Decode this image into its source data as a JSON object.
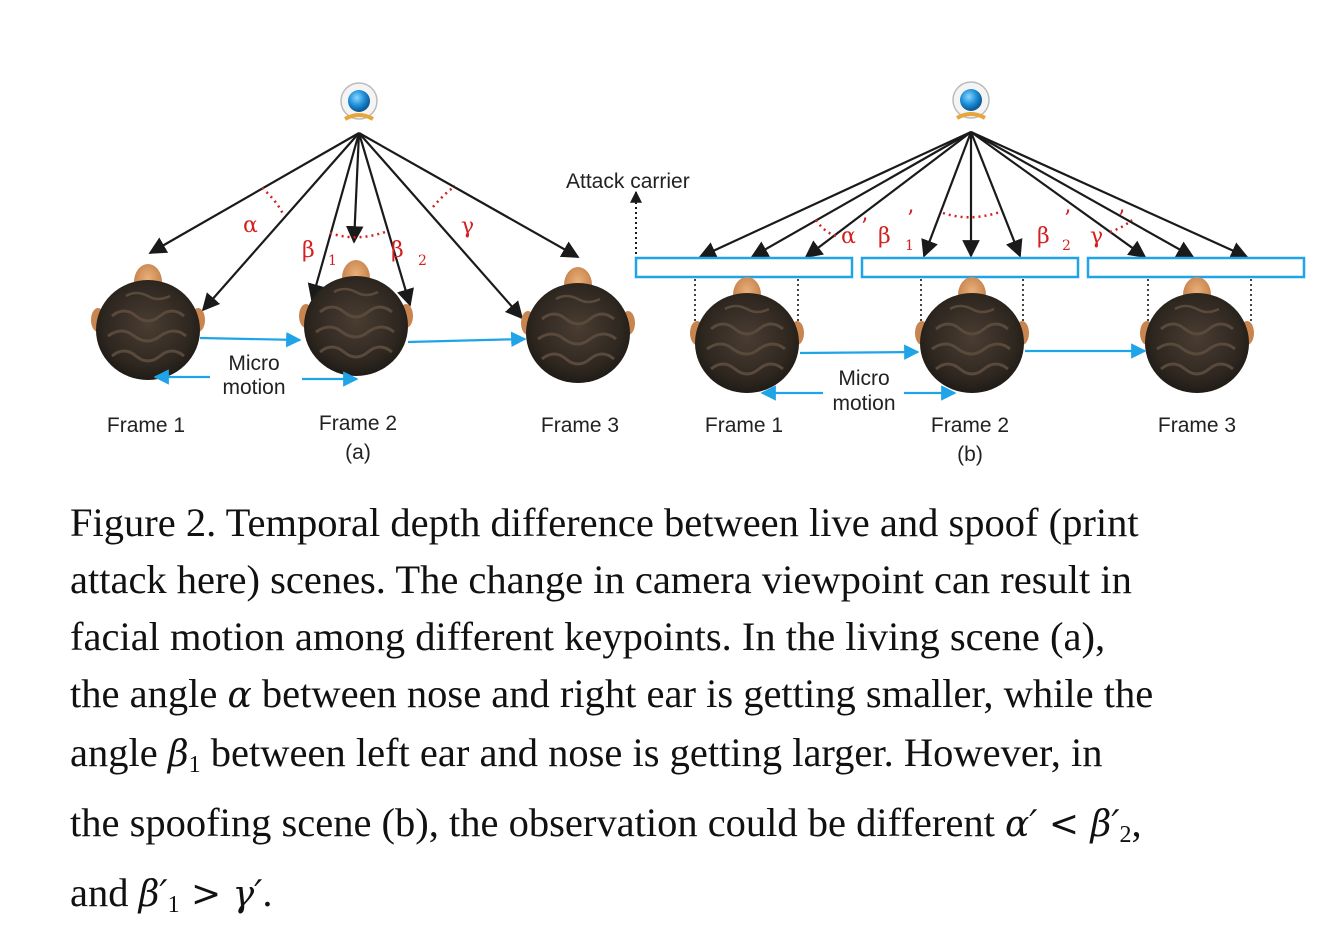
{
  "panel_a": {
    "frames": [
      "Frame 1",
      "Frame 2",
      "Frame 3"
    ],
    "sublabel": "(a)",
    "micro_motion": [
      "Micro",
      "motion"
    ],
    "angles": {
      "alpha": "α",
      "beta": "β",
      "beta_1_sub": "1",
      "beta_2_sub": "2",
      "gamma": "γ"
    }
  },
  "panel_b": {
    "frames": [
      "Frame 1",
      "Frame 2",
      "Frame 3"
    ],
    "sublabel": "(b)",
    "micro_motion": [
      "Micro",
      "motion"
    ],
    "attack_carrier": "Attack carrier",
    "angles": {
      "alpha": "α",
      "beta": "β",
      "beta_1_sub": "1",
      "beta_2_sub": "2",
      "gamma": "γ",
      "prime": "’"
    }
  },
  "caption": {
    "lines": [
      "Figure 2.  Temporal depth difference between live and spoof (print",
      "attack here) scenes. The change in camera viewpoint can result in",
      "facial motion among different keypoints.  In the living scene (a),"
    ],
    "line4_pre": "the angle ",
    "line4_sym": "α",
    "line4_post": " between nose and right ear is getting smaller, while the",
    "line5_pre": "angle ",
    "line5_sym": "β",
    "line5_sub": "1",
    "line5_post": " between left ear and nose is getting larger.  However, in",
    "line6_pre": "the spoofing scene (b), the observation could be different ",
    "line6_math": "α′ < β′",
    "line6_sub": "2",
    "line6_post": ",",
    "line7_pre": "and ",
    "line7_math_a": "β′",
    "line7_sub": "1",
    "line7_math_b": " > γ′",
    "line7_post": "."
  },
  "colors": {
    "arrow": "#1a1a1a",
    "motion": "#1fa4e8",
    "angle": "#d42020",
    "carrier": "#1fa4e8",
    "skin": "#d9955a",
    "hair": "#2e2720"
  }
}
